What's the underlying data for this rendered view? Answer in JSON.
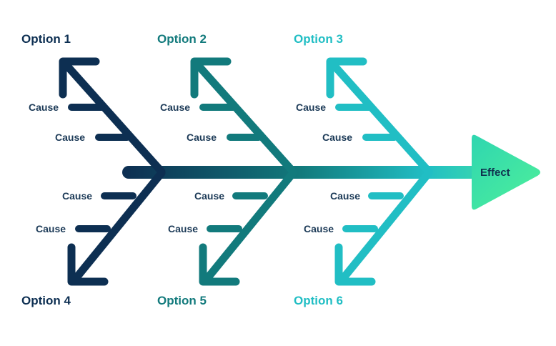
{
  "effect_label": "Effect",
  "options": [
    {
      "label": "Option 1",
      "color": "#0d2f52"
    },
    {
      "label": "Option 2",
      "color": "#127a7c"
    },
    {
      "label": "Option 3",
      "color": "#21bec4"
    },
    {
      "label": "Option 4",
      "color": "#0d2f52"
    },
    {
      "label": "Option 5",
      "color": "#127a7c"
    },
    {
      "label": "Option 6",
      "color": "#21bec4"
    }
  ],
  "causes": [
    {
      "label": "Cause"
    },
    {
      "label": "Cause"
    },
    {
      "label": "Cause"
    },
    {
      "label": "Cause"
    },
    {
      "label": "Cause"
    },
    {
      "label": "Cause"
    },
    {
      "label": "Cause"
    },
    {
      "label": "Cause"
    },
    {
      "label": "Cause"
    },
    {
      "label": "Cause"
    },
    {
      "label": "Cause"
    },
    {
      "label": "Cause"
    }
  ],
  "spine_gradient": [
    "#0d2f52",
    "#127a7c",
    "#21bec4",
    "#4ff09a"
  ]
}
